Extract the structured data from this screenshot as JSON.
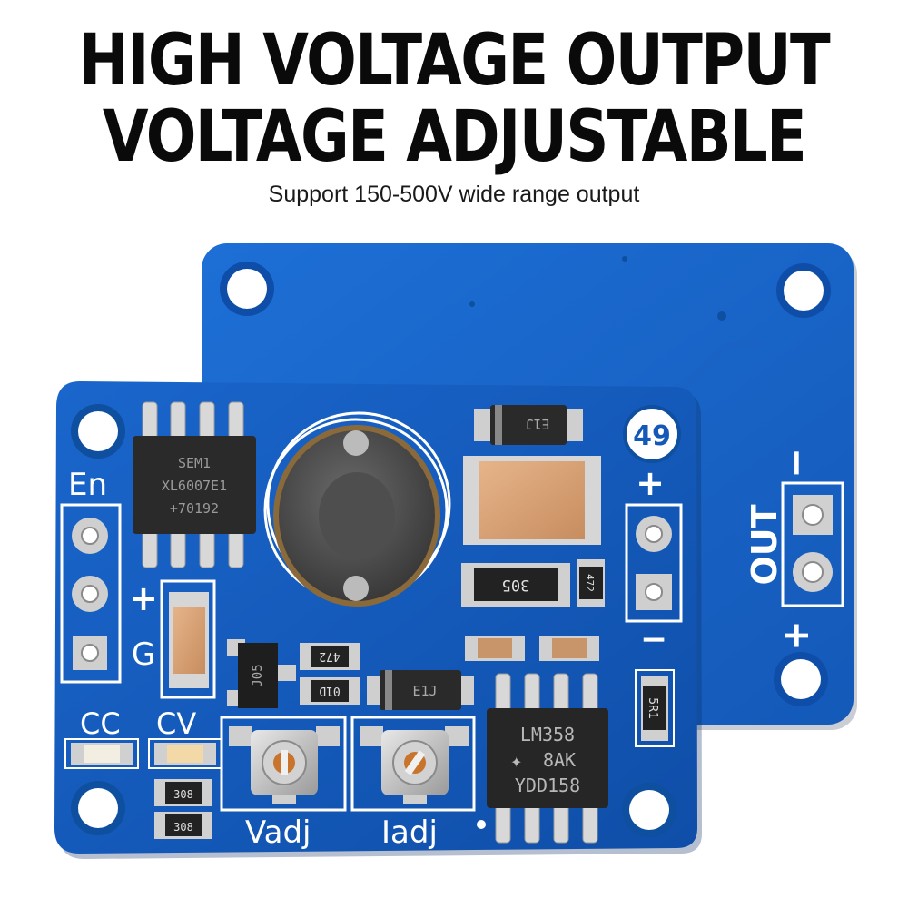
{
  "headline": {
    "line1": "HIGH VOLTAGE OUTPUT",
    "line2": "VOLTAGE ADJUSTABLE",
    "subtitle": "Support 150-500V wide range output"
  },
  "back_board": {
    "out_label": "OUT",
    "minus": "−",
    "plus": "+"
  },
  "front_board": {
    "en_label": "En",
    "plus_label": "+",
    "g_label": "G",
    "cc_label": "CC",
    "cv_label": "CV",
    "vadj_label": "Vadj",
    "iadj_label": "Iadj",
    "board_number": "49",
    "out_plus": "+",
    "out_minus": "−"
  },
  "components": {
    "ic1_line1": "SEM1",
    "ic1_line2": "XL6007E1",
    "ic1_line3": "+70192",
    "diode1": "E1J",
    "diode2": "E1J",
    "res_305": "305",
    "res_472_a": "472",
    "res_472_b": "472",
    "res_01d": "01D",
    "res_5r1": "5R1",
    "res_308_a": "308",
    "res_308_b": "308",
    "sot_mark": "J05",
    "ic2_line1": "LM358",
    "ic2_line2": "8AK",
    "ic2_line3": "YDD158"
  },
  "colors": {
    "pcb_blue": "#1565c8",
    "pcb_dark": "#0e4fa0",
    "silkscreen": "#ffffff",
    "pad_silver": "#c8c8c8"
  }
}
